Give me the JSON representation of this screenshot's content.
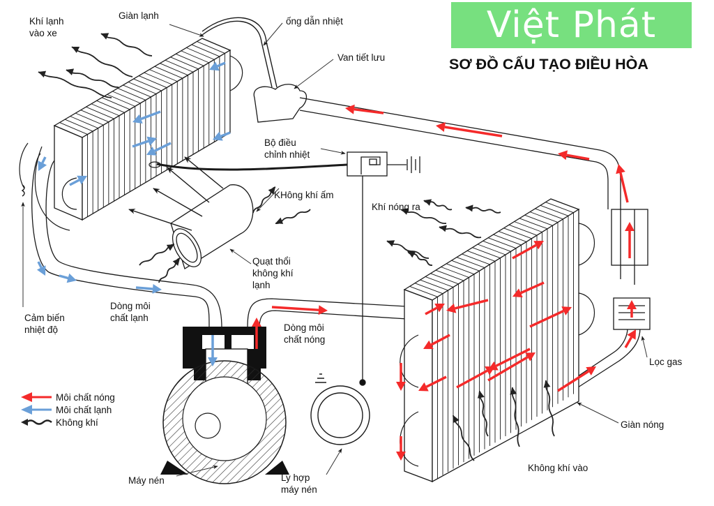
{
  "brand": {
    "name": "Việt Phát",
    "color": "#77e07f"
  },
  "title": "SƠ ĐỒ CẤU TẠO ĐIỀU HÒA",
  "colors": {
    "hot": "#f42a2a",
    "cold": "#6a9fd8",
    "air": "#222222",
    "line": "#1a1a1a"
  },
  "labels": {
    "cold_air_to_car": [
      "Khí lạnh",
      "vào xe"
    ],
    "evaporator": "Giàn lạnh",
    "heat_pipe": "ống dẫn nhiệt",
    "expansion_valve": "Van tiết lưu",
    "thermostat": [
      "Bộ điều",
      "chỉnh nhiệt"
    ],
    "warm_air": "KHông khí ấm",
    "hot_air_out": "Khí nóng ra",
    "blower": [
      "Quạt thổi",
      "không khí",
      "lạnh"
    ],
    "temp_sensor": [
      "Cảm biến",
      "nhiệt độ"
    ],
    "cold_flow": [
      "Dòng môi",
      "chất lạnh"
    ],
    "hot_flow": [
      "Dòng môi",
      "chất nóng"
    ],
    "filter": "Lọc gas",
    "condenser": "Giàn nóng",
    "air_in": "Không khí vào",
    "compressor": "Máy nén",
    "clutch": [
      "Ly hợp",
      "máy nén"
    ]
  },
  "legend": [
    {
      "icon": "red-arrow-icon",
      "label": "Môi chất nóng"
    },
    {
      "icon": "blue-arrow-icon",
      "label": "Môi chất lạnh"
    },
    {
      "icon": "wavy-arrow-icon",
      "label": "Không khí"
    }
  ]
}
